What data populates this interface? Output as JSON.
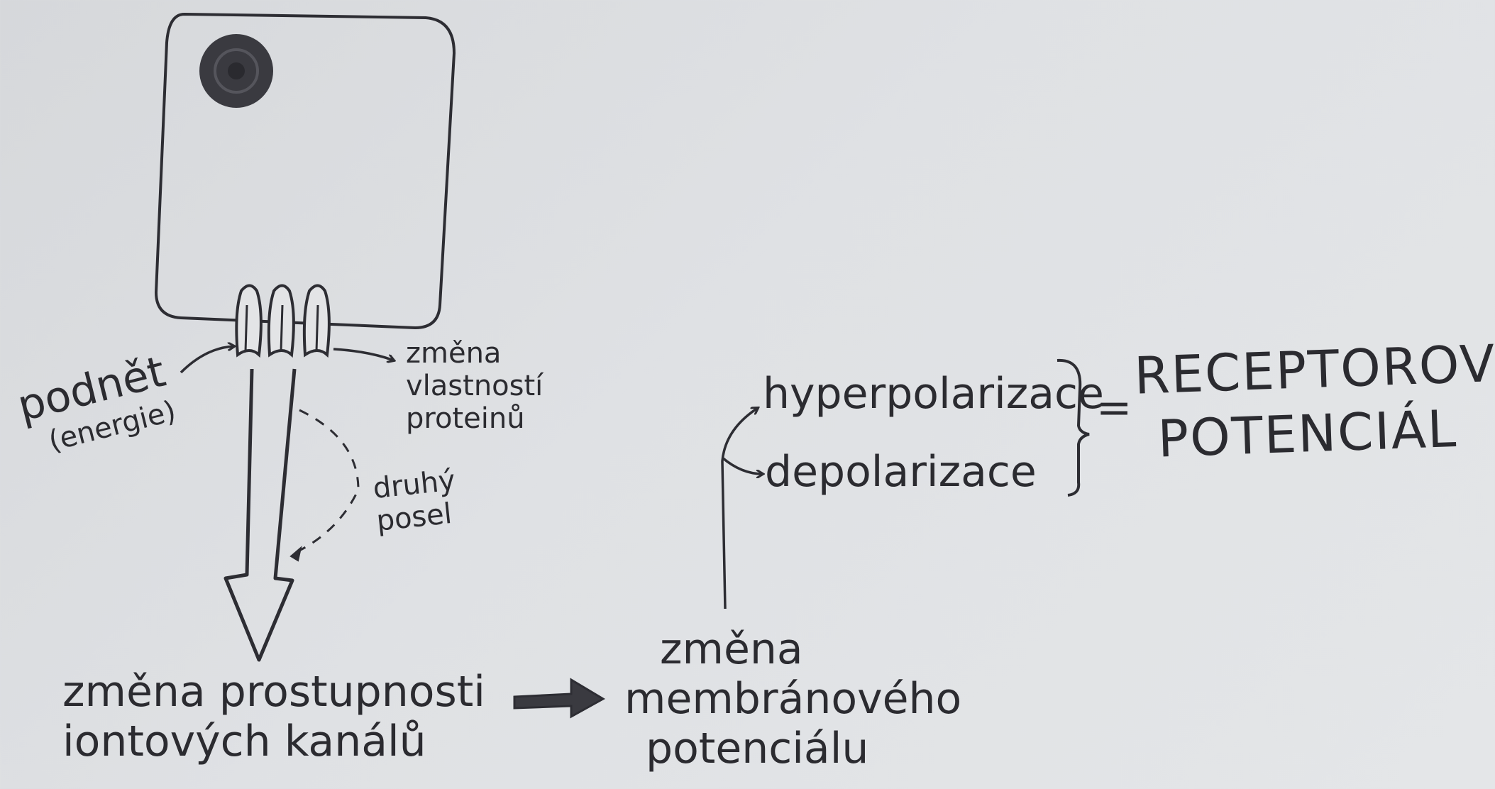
{
  "labels": {
    "stimulus": "podnět",
    "stimulus_note": "(energie)",
    "protein_change": [
      "změna",
      "vlastností",
      "proteinů"
    ],
    "second_messenger": [
      "druhý",
      "posel"
    ],
    "permeability_change": [
      "změna prostupnosti",
      "iontových kanálů"
    ],
    "membrane_change": [
      "změna",
      "membránového",
      "potenciálu"
    ],
    "hyperpolarization": "hyperpolarizace",
    "depolarization": "depolarizace",
    "equals": "=",
    "result": [
      "RECEPTOROVÝ",
      "POTENCIÁL"
    ]
  }
}
